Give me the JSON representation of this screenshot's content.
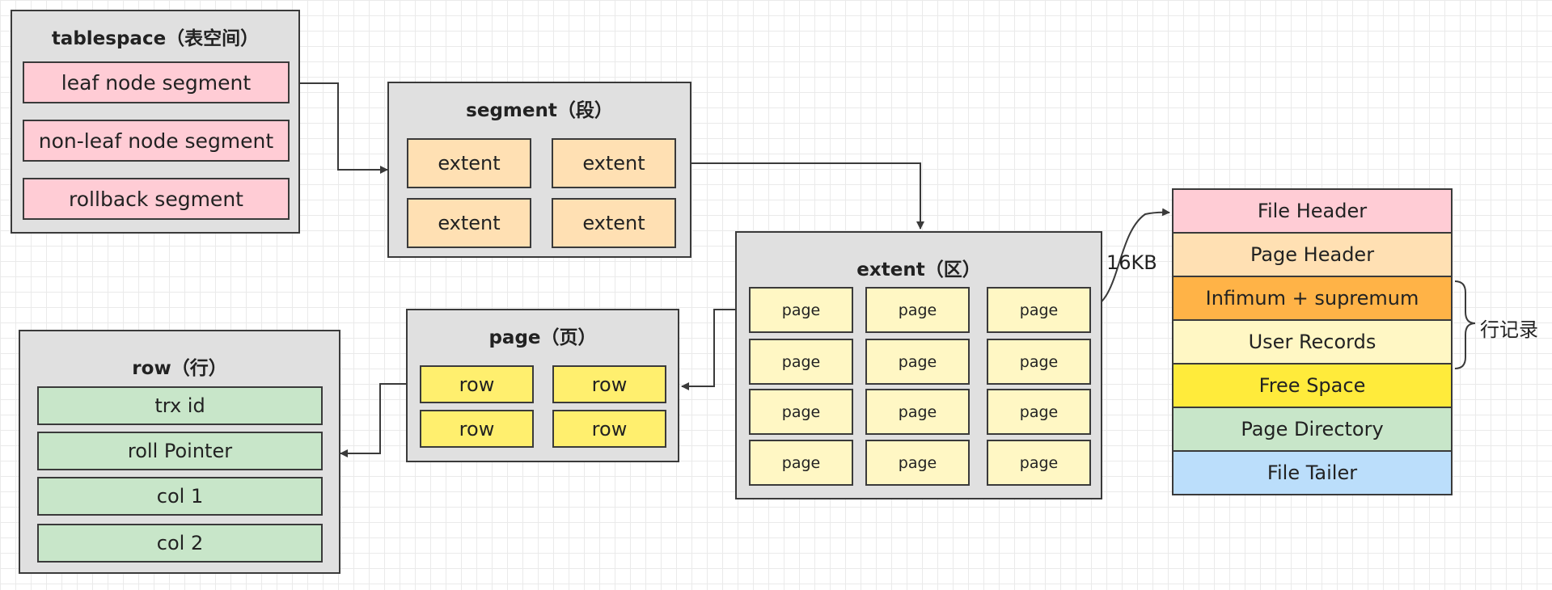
{
  "tablespace": {
    "title": "tablespace（表空间）",
    "segments": [
      "leaf node segment",
      "non-leaf node segment",
      "rollback segment"
    ]
  },
  "segment": {
    "title": "segment（段）",
    "extents": [
      "extent",
      "extent",
      "extent",
      "extent"
    ]
  },
  "extent": {
    "title": "extent（区）",
    "pages": [
      "page",
      "page",
      "page",
      "page",
      "page",
      "page",
      "page",
      "page",
      "page",
      "page",
      "page",
      "page"
    ]
  },
  "page": {
    "title": "page（页）",
    "rows": [
      "row",
      "row",
      "row",
      "row"
    ]
  },
  "row": {
    "title": "row（行）",
    "fields": [
      "trx id",
      "roll Pointer",
      "col 1",
      "col 2"
    ]
  },
  "page_structure": {
    "layers": [
      {
        "label": "File Header",
        "color": "#ffccd5"
      },
      {
        "label": "Page Header",
        "color": "#ffe0b3"
      },
      {
        "label": "Infimum + supremum",
        "color": "#ffb347"
      },
      {
        "label": "User Records",
        "color": "#fff7c4"
      },
      {
        "label": "Free Space",
        "color": "#ffeb3b"
      },
      {
        "label": "Page Directory",
        "color": "#c8e6c9"
      },
      {
        "label": "File Tailer",
        "color": "#bbdefb"
      }
    ],
    "size_label": "16KB",
    "brace_label": "行记录"
  }
}
